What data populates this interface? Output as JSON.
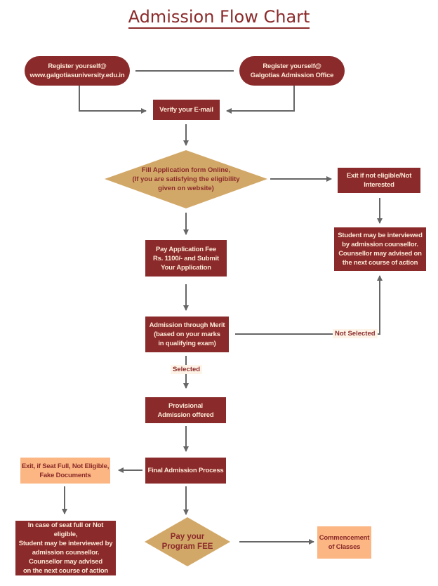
{
  "title": "Admission Flow Chart",
  "colors": {
    "primary": "#8b2a2a",
    "decision": "#d2a868",
    "exit": "#fbb683",
    "connector": "#666666",
    "node_text": "#fbe7d6"
  },
  "nodes": {
    "register_online": "Register yourself@\nwww.galgotiasuniversity.edu.in",
    "register_office": "Register yourself@\nGalgotias Admission Office",
    "verify_email": "Verify your E-mail",
    "fill_application": "Fill Application form Online,\n(If you are satisfying the eligibility\ngiven on website)",
    "exit_not_eligible": "Exit if not eligible/Not\nInterested",
    "counsellor_interview": "Student may be interviewed\nby admission counsellor.\nCounsellor may advised on\nthe next course of action",
    "pay_application_fee": "Pay Application Fee\nRs. 1100/- and Submit\nYour Application",
    "admission_merit": "Admission through Merit\n(based on your marks\nin qualifying exam)",
    "provisional_admission": "Provisional\nAdmission offered",
    "final_admission": "Final Admission Process",
    "exit_seat_full": "Exit, if Seat Full, Not Eligible,\nFake Documents",
    "seat_full_counsellor": "In case of seat full or Not eligible,\nStudent may be interviewed by\nadmission counsellor.\nCounsellor may advised\non the next course of action",
    "pay_program_fee": "Pay your\nProgram FEE",
    "commencement": "Commencement\nof Classes"
  },
  "edge_labels": {
    "selected": "Selected",
    "not_selected": "Not Selected"
  }
}
